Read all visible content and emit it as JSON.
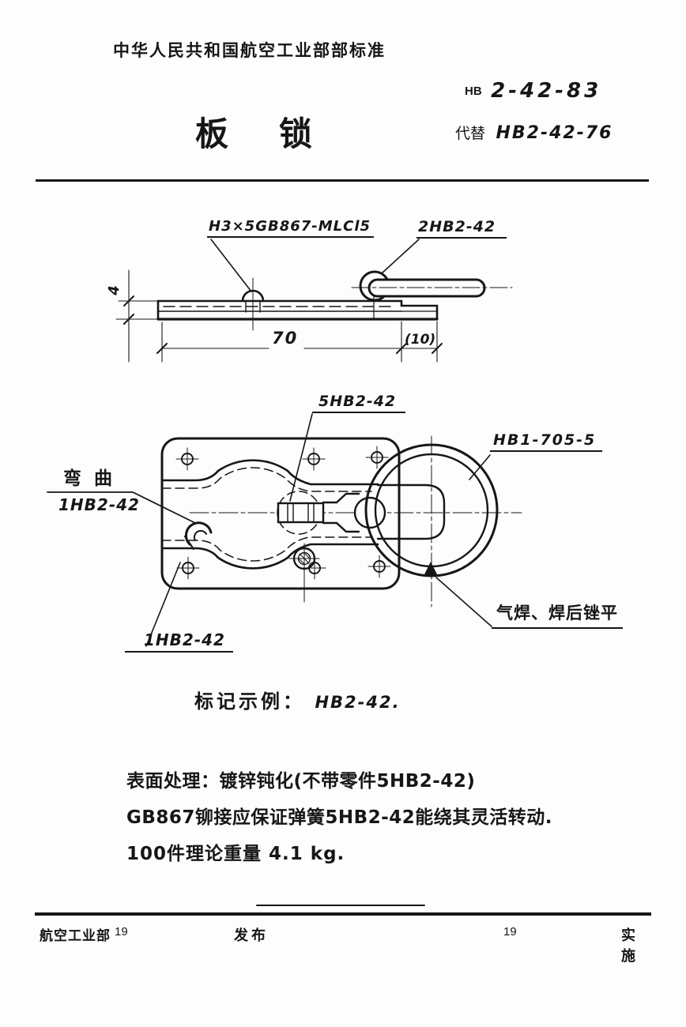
{
  "page": {
    "header": "中华人民共和国航空工业部部标准",
    "standard_prefix": "HB",
    "standard_no": "2-42-83",
    "title": "板锁",
    "replaces_label": "代替",
    "replaces_no": "HB2-42-76"
  },
  "side_view": {
    "label_rivet_spec": "H3×5GB867-MLCl5",
    "label_handle_part": "2HB2-42",
    "dim_height": "4",
    "dim_length": "70",
    "dim_offset": "(10)"
  },
  "plan_view": {
    "label_spring_part": "5HB2-42",
    "label_ring_part": "HB1-705-5",
    "label_bend_cn": "弯曲",
    "label_bend_part": "1HB2-42",
    "label_plate_part": "1HB2-42",
    "label_weld_note": "气焊、焊后锉平"
  },
  "marking": {
    "label": "标记示例：",
    "value": "HB2-42."
  },
  "notes": [
    "表面处理：镀锌钝化(不带零件5HB2-42)",
    "GB867铆接应保证弹簧5HB2-42能绕其灵活转动.",
    "100件理论重量 4.1 kg."
  ],
  "footer": {
    "issuer": "航空工业部",
    "issue_year": "19",
    "issue_label": "发布",
    "impl_year": "19",
    "impl_label": "实施"
  },
  "colors": {
    "ink": "#161616",
    "paper": "#fdfdfd"
  }
}
